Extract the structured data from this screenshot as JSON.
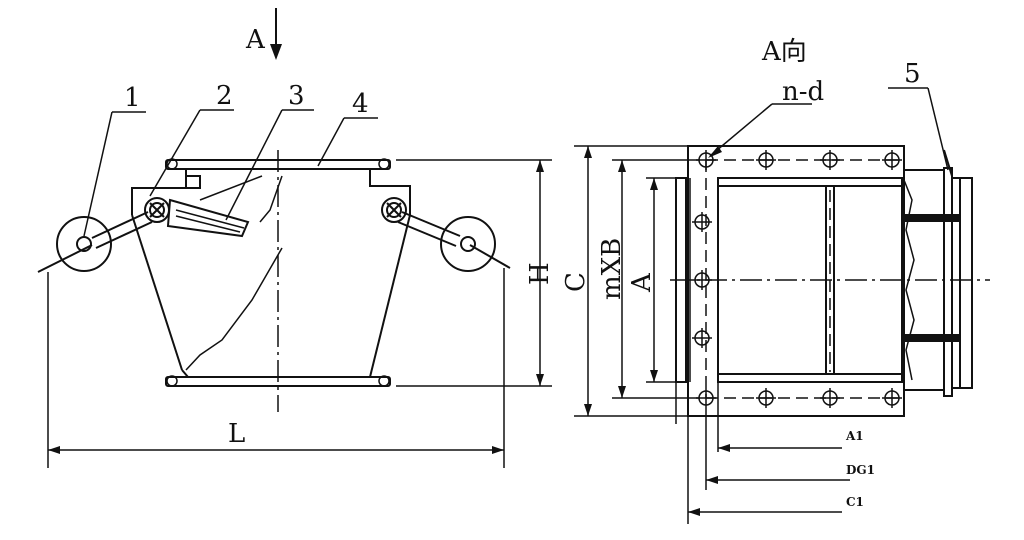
{
  "left_view": {
    "arrow_label": "A",
    "callouts": [
      "1",
      "2",
      "3",
      "4"
    ],
    "dim_height": "H",
    "dim_length": "L"
  },
  "right_view": {
    "title": "A向",
    "callout_5": "5",
    "hole_label": "n-d",
    "dim_c": "C",
    "dim_mxb": "mXB",
    "dim_a": "A",
    "dim_a1": "A1",
    "dim_dg1": "DG1",
    "dim_c1": "C1"
  }
}
